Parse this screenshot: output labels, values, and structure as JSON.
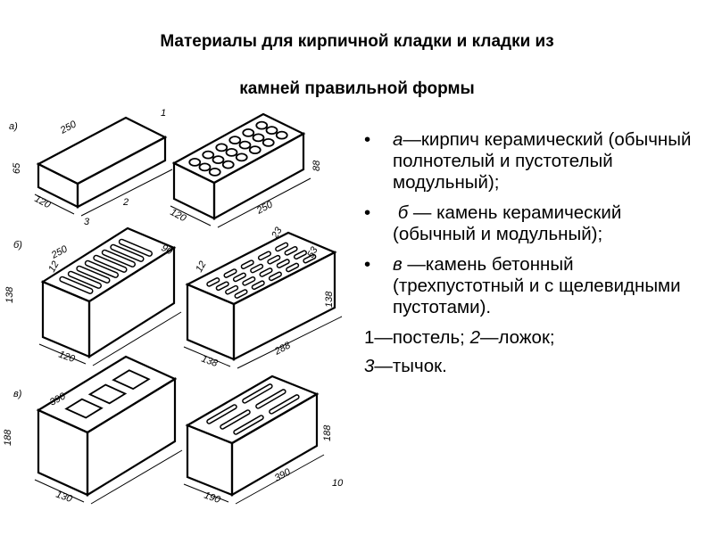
{
  "title_line1": "Материалы для кирпичной кладки и кладки из",
  "title_line2": "камней правильной формы",
  "bullets": [
    {
      "marker": "а",
      "text": "—кирпич керамический (обычный полнотелый и пустотелый модульный);"
    },
    {
      "marker": "б",
      "text": " — камень керамический (обычный и модульный);"
    },
    {
      "marker": "в",
      "text": " —камень бетонный (трехпустотный и с щелевидными пустотами)."
    }
  ],
  "legend": [
    {
      "num": "1",
      "text": "—постель; "
    },
    {
      "num": "2",
      "text": "—ложок;"
    },
    {
      "num": "3",
      "text": "—тычок."
    }
  ],
  "figure": {
    "labels": {
      "a": "а)",
      "b": "б)",
      "c": "в)",
      "n1": "1",
      "n2": "2",
      "n3": "3",
      "a1_len": "250",
      "a1_h": "65",
      "a1_w": "120",
      "a2_h": "88",
      "a2_w": "120",
      "a2_len": "250",
      "b1_len": "250",
      "b1_90": "90",
      "b1_12": "12",
      "b1_h": "138",
      "b1_w": "120",
      "b2_23": "23",
      "b2_53": "53",
      "b2_12": "12",
      "b2_h": "138",
      "b2_w": "138",
      "b2_len": "288",
      "c1_len": "390",
      "c1_h": "188",
      "c1_w": "130",
      "c2_h": "188",
      "c2_len": "390",
      "c2_w": "190",
      "c2_page": "10"
    }
  }
}
